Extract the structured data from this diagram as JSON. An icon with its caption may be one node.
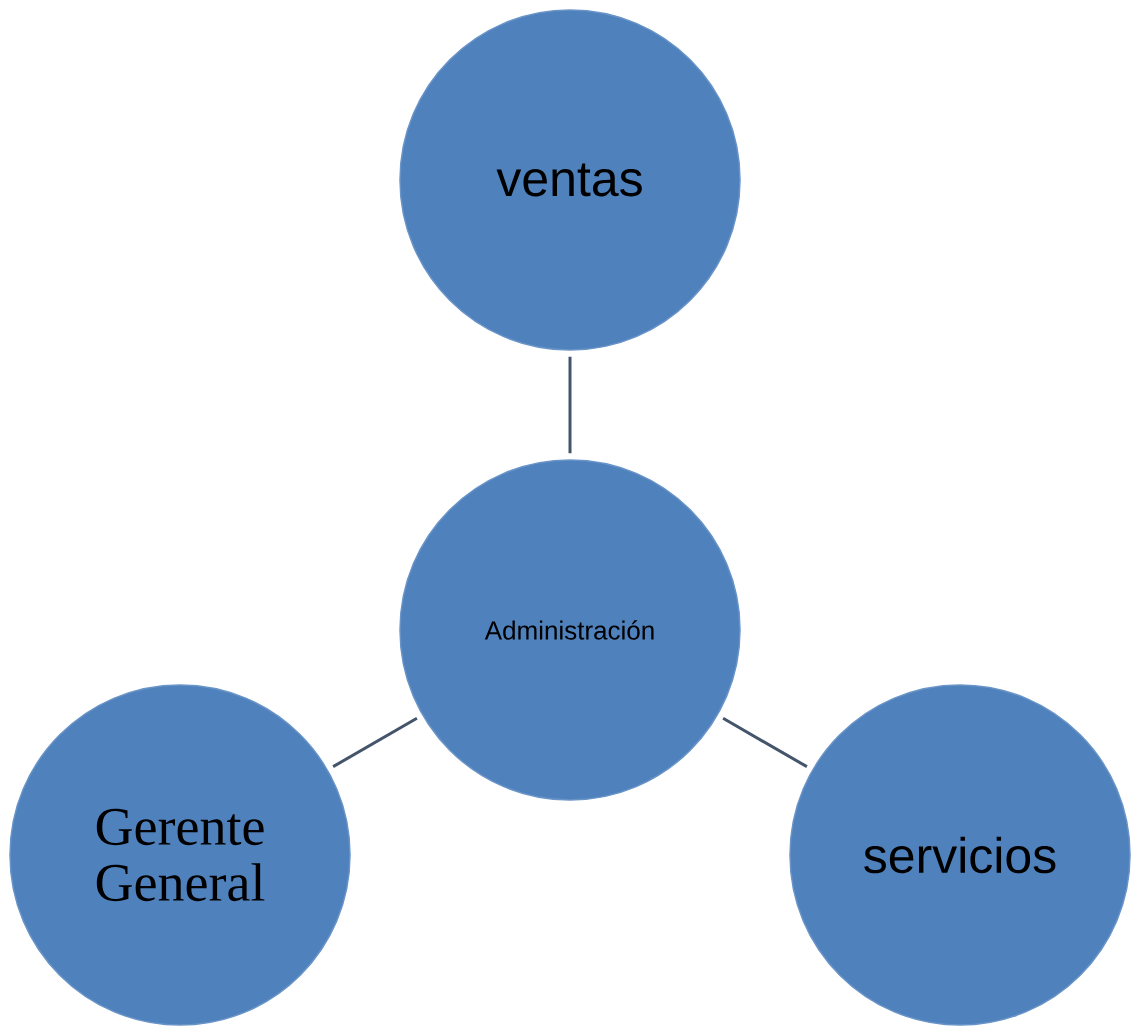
{
  "diagram": {
    "nodes": [
      {
        "text": [
          "ventas"
        ]
      },
      {
        "text": [
          "Administración"
        ]
      },
      {
        "text": [
          "Gerente General"
        ]
      },
      {
        "text": [
          "servicios"
        ]
      }
    ],
    "edges": [
      {
        "from": 1,
        "to": 0,
        "arrow": "none"
      },
      {
        "from": 1,
        "to": 2,
        "arrow": "none"
      },
      {
        "from": 1,
        "to": 3,
        "arrow": "none"
      }
    ]
  }
}
